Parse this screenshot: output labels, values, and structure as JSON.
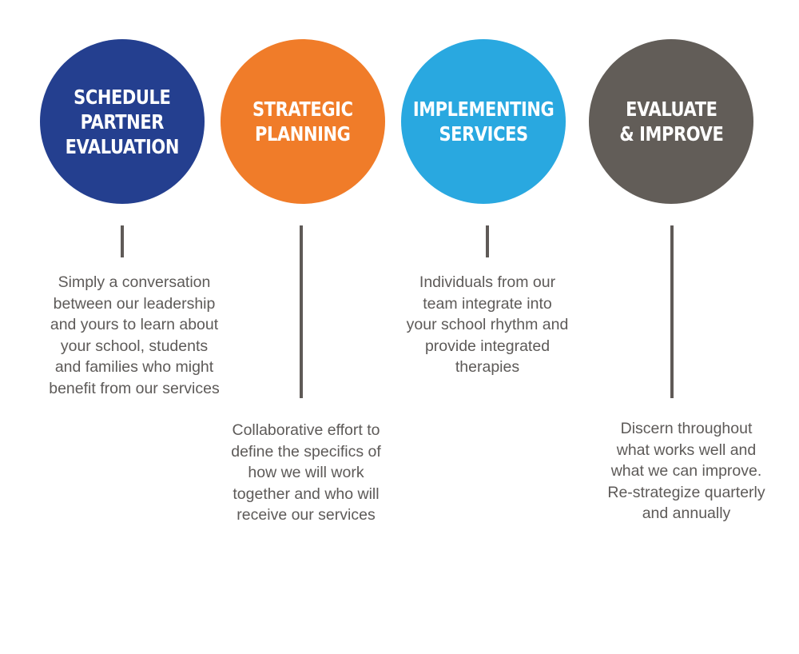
{
  "steps": [
    {
      "title": "SCHEDULE\nPARTNER\nEVALUATION",
      "color": "#243f8f",
      "description": "Simply a conversation\nbetween our leadership\nand yours to learn about\nyour school, students\nand families who might\nbenefit from our services"
    },
    {
      "title": "STRATEGIC\nPLANNING",
      "color": "#f07c29",
      "description": "Collaborative effort to\ndefine the specifics of\nhow we will work\ntogether and who will\nreceive our services"
    },
    {
      "title": "IMPLEMENTING\nSERVICES",
      "color": "#29a8e0",
      "description": "Individuals from our\nteam integrate into\nyour school rhythm and\nprovide integrated\ntherapies"
    },
    {
      "title": "EVALUATE\n& IMPROVE",
      "color": "#625d58",
      "description": "Discern throughout\nwhat works well and\nwhat we can improve.\nRe-strategize quarterly\nand annually"
    }
  ]
}
